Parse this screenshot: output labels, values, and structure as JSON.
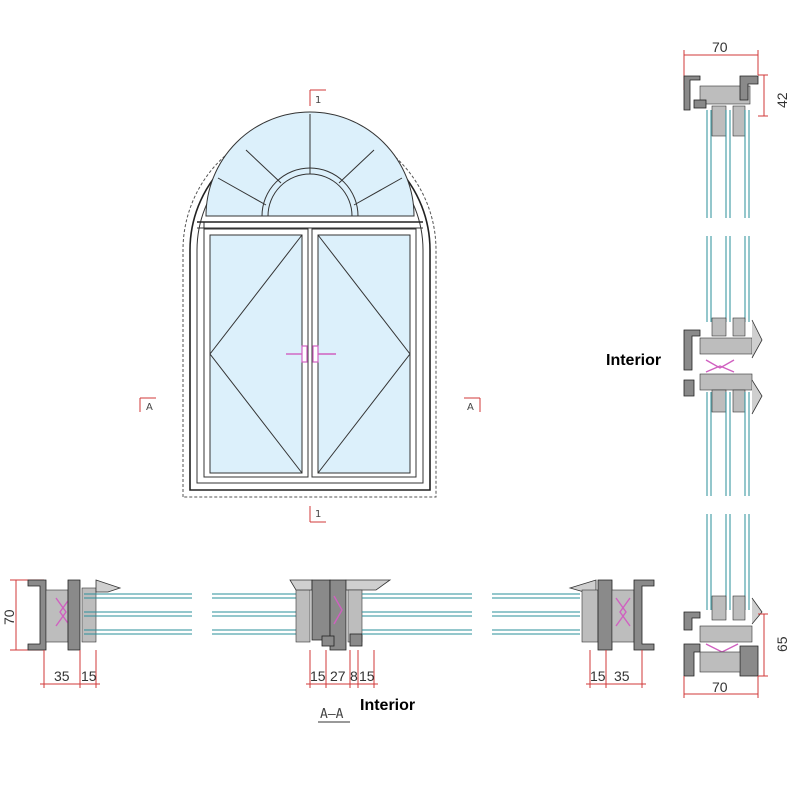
{
  "labels": {
    "interior_right": "Interior",
    "interior_bottom": "Interior",
    "section_aa": "A–A"
  },
  "marks": {
    "cut_top": "1",
    "cut_bottom": "1",
    "cut_left": "A",
    "cut_right": "A"
  },
  "dims_vertical_section": {
    "top_width": "70",
    "top_height": "42",
    "bottom_height": "65",
    "bottom_width": "70"
  },
  "dims_horizontal_section": {
    "frame_depth": "70",
    "left_a": "35",
    "left_b": "15",
    "mid_a": "15",
    "mid_b": "27",
    "mid_c": "8",
    "mid_d": "15",
    "right_a": "15",
    "right_b": "35"
  },
  "colors": {
    "glass": "#dcf0fb",
    "cut_line": "#d23a3a",
    "handle": "#d060c0",
    "glass_edge": "#2a8f9a"
  }
}
